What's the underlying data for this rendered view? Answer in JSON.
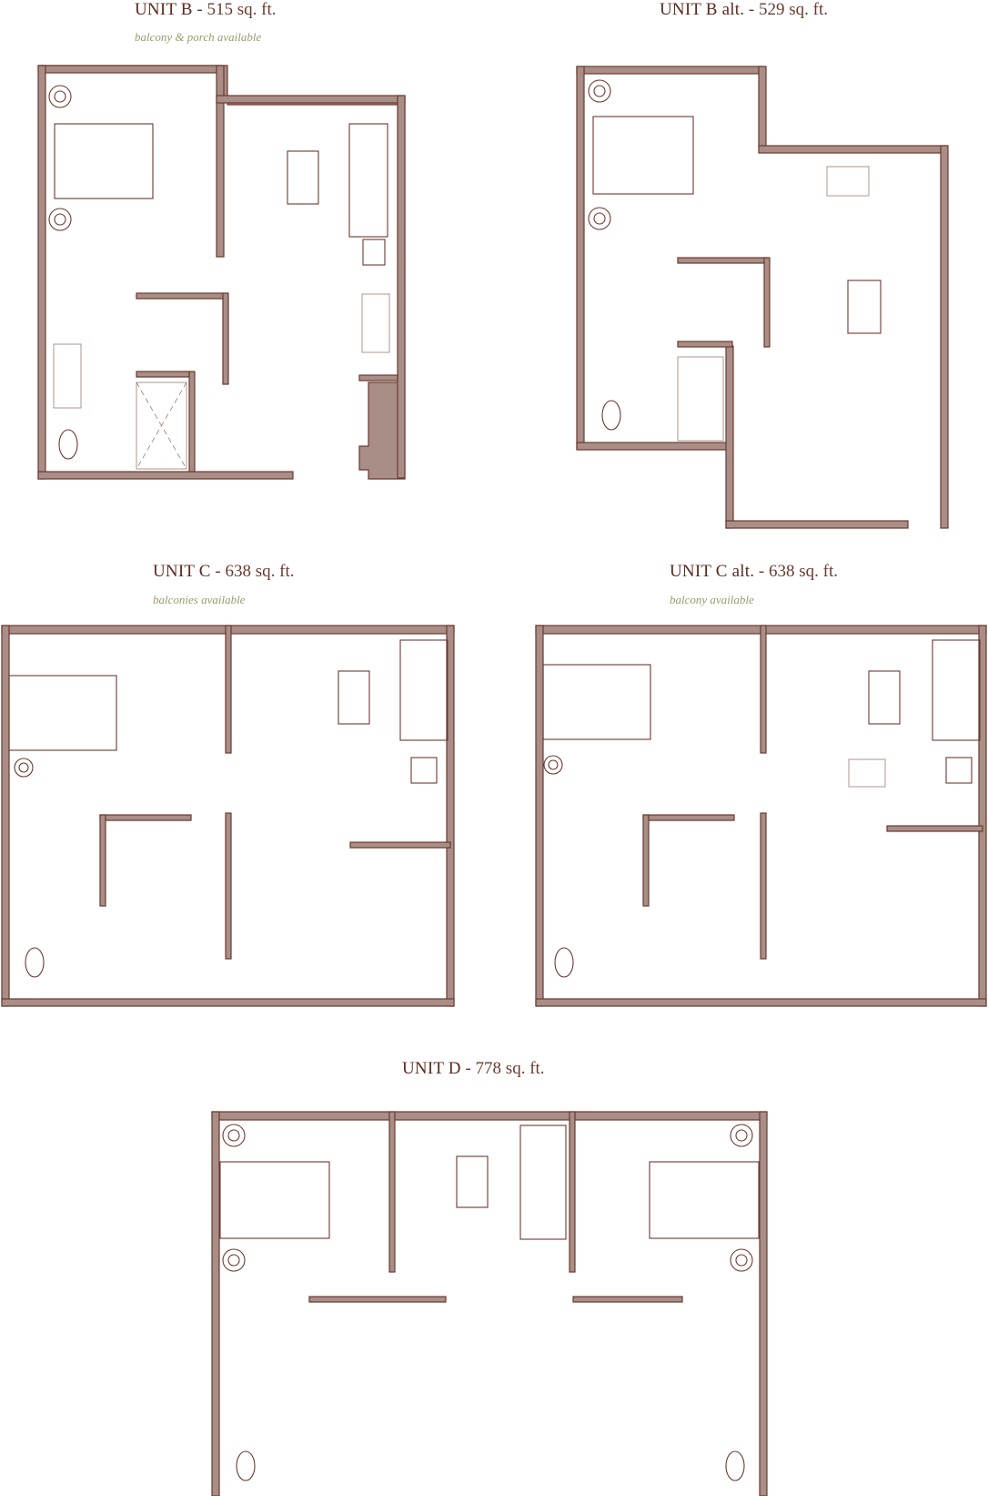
{
  "units": [
    {
      "name": "UNIT B",
      "area": "- 515 sq. ft.",
      "note": "balcony & porch available"
    },
    {
      "name": "UNIT B alt.",
      "area": "- 529 sq. ft.",
      "note": ""
    },
    {
      "name": "UNIT C",
      "area": "- 638 sq. ft.",
      "note": "balconies available"
    },
    {
      "name": "UNIT C alt.",
      "area": "- 638 sq. ft.",
      "note": "balcony available"
    },
    {
      "name": "UNIT D",
      "area": "- 778 sq. ft.",
      "note": ""
    }
  ],
  "colors": {
    "wall_fill": "#a88e86",
    "line": "#6b3a30",
    "title": "#5a2a20",
    "note": "#9a9a6a"
  }
}
